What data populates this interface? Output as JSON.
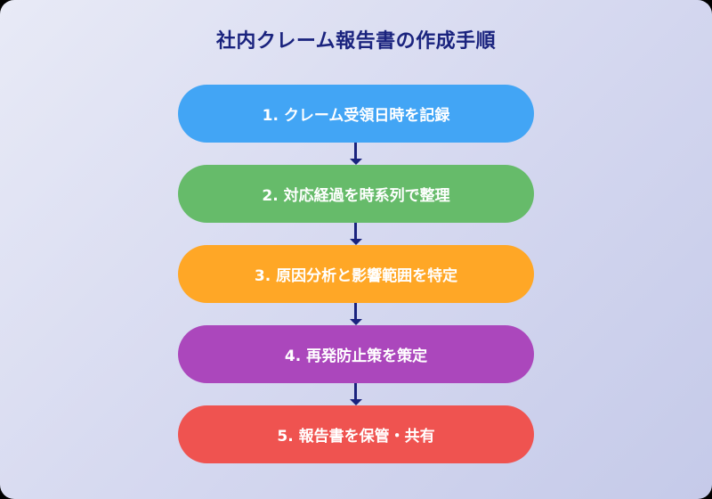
{
  "title": "社内クレーム報告書の作成手順",
  "colors": {
    "title": "#1a237e",
    "arrow": "#1a237e",
    "background_start": "#e8eaf6",
    "background_end": "#c5cae9"
  },
  "steps": [
    {
      "label": "1. クレーム受領日時を記録",
      "color": "#42a5f5"
    },
    {
      "label": "2. 対応経過を時系列で整理",
      "color": "#66bb6a"
    },
    {
      "label": "3. 原因分析と影響範囲を特定",
      "color": "#ffa726"
    },
    {
      "label": "4. 再発防止策を策定",
      "color": "#ab47bc"
    },
    {
      "label": "5. 報告書を保管・共有",
      "color": "#ef5350"
    }
  ]
}
